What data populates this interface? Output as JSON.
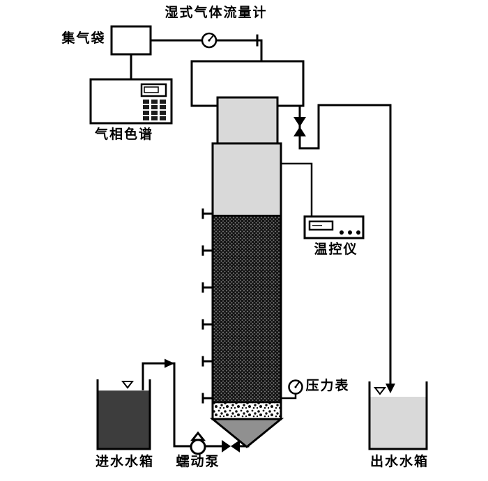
{
  "diagram": {
    "gas_line": {
      "flow_meter_label": "湿式气体流量计",
      "gas_bag_label": "集气袋",
      "gas_chromatograph_label": "气相色谱"
    },
    "reactor": {
      "temp_controller_label": "温控仪",
      "pressure_gauge_label": "压力表"
    },
    "water_line": {
      "influent_tank_label": "进水水箱",
      "pump_label": "蠕动泵",
      "effluent_tank_label": "出水水箱"
    }
  },
  "colors": {
    "outline": "#000000",
    "headspace_fill": "#d9d9d9",
    "packed_bed_fill": "#6b6b6b",
    "funnel_fill": "#909090",
    "influent_water_fill": "#3d3d3d",
    "effluent_water_fill": "#d9d9d9",
    "background": "#ffffff"
  }
}
